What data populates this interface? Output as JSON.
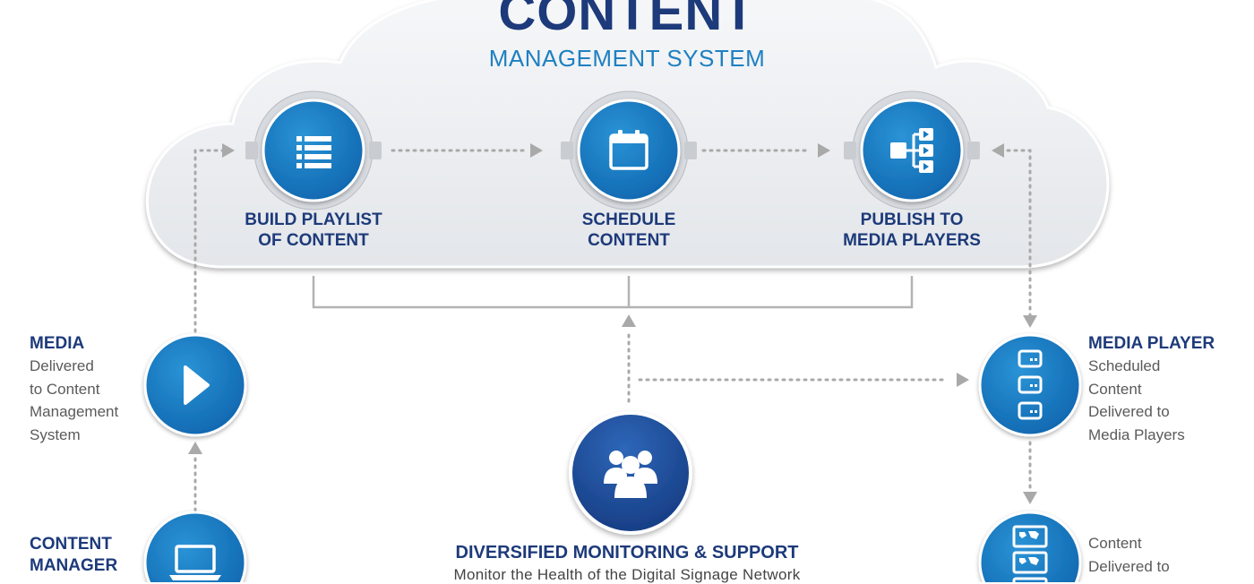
{
  "header": {
    "title": "CONTENT",
    "subtitle": "MANAGEMENT SYSTEM"
  },
  "steps": [
    {
      "line1": "BUILD PLAYLIST",
      "line2": "OF CONTENT",
      "icon": "list-icon"
    },
    {
      "line1": "SCHEDULE",
      "line2": "CONTENT",
      "icon": "calendar-icon"
    },
    {
      "line1": "PUBLISH TO",
      "line2": "MEDIA PLAYERS",
      "icon": "distribution-icon"
    }
  ],
  "media": {
    "title": "MEDIA",
    "desc": [
      "Delivered",
      "to Content",
      "Management",
      "System"
    ],
    "icon": "play-icon"
  },
  "content_manager": {
    "title": [
      "CONTENT",
      "MANAGER"
    ],
    "icon": "laptop-icon"
  },
  "media_player": {
    "title": "MEDIA PLAYER",
    "desc": [
      "Scheduled",
      "Content",
      "Delivered to",
      "Media Players"
    ],
    "icon": "server-stack-icon"
  },
  "displays": {
    "desc": [
      "Content",
      "Delivered to"
    ],
    "icon": "display-screens-icon"
  },
  "monitoring": {
    "title": "DIVERSIFIED MONITORING & SUPPORT",
    "desc": "Monitor the Health of the Digital Signage Network",
    "icon": "people-group-icon"
  },
  "colors": {
    "navy": "#1d3a7a",
    "accent_blue": "#1e80c1",
    "circle_blue": "#1677c0",
    "cloud": "#ebedf0",
    "connector_gray": "#a9a9a9",
    "text_gray": "#5a5a5a"
  }
}
